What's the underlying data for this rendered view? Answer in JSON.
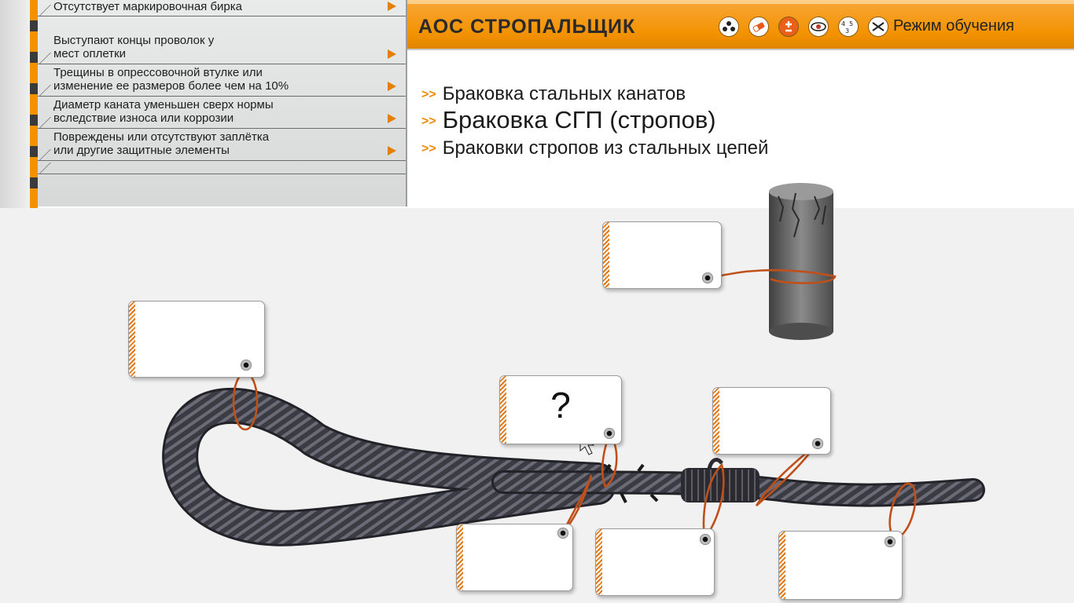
{
  "header": {
    "title": "АОС СТРОПАЛЬЩИК",
    "mode_label": "Режим обучения",
    "icons": [
      "team-icon",
      "eraser-icon",
      "plus-minus-icon",
      "eye-icon",
      "numbers-icon",
      "close-icon"
    ],
    "icon_numbers": "4 5 3",
    "accent": "#f39200"
  },
  "defects": [
    {
      "text": "Отсутствует маркировочная бирка"
    },
    {
      "text": "Выступают концы проволок у\nмест оплетки"
    },
    {
      "text": "Трещины в опрессовочной втулке или\nизменение ее размеров более чем на 10%"
    },
    {
      "text": "Диаметр каната уменьшен сверх нормы\nвследствие износа или коррозии"
    },
    {
      "text": "Повреждены или отсутствуют заплётка\nили другие защитные элементы"
    },
    {
      "text": ""
    }
  ],
  "topics": [
    {
      "label": "Браковка стальных канатов"
    },
    {
      "label": "Браковка СГП (стропов)"
    },
    {
      "label": "Браковки стропов из стальных цепей"
    }
  ],
  "tags": [
    {
      "label": ""
    },
    {
      "label": ""
    },
    {
      "label": "?"
    },
    {
      "label": ""
    },
    {
      "label": ""
    },
    {
      "label": ""
    },
    {
      "label": ""
    }
  ]
}
